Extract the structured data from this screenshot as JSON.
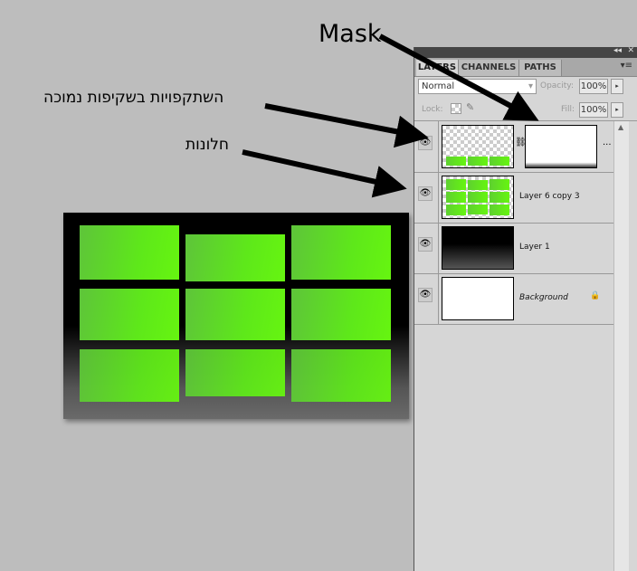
{
  "annotations": {
    "mask": "Mask",
    "transparency": "השתקפויות בשקיפות נמוכה",
    "windows": "חלונות"
  },
  "panel": {
    "tabs": [
      {
        "label": "LAYERS",
        "active": true
      },
      {
        "label": "CHANNELS"
      },
      {
        "label": "PATHS"
      }
    ],
    "blend_mode": "Normal",
    "opacity_label": "Opacity:",
    "opacity": "100%",
    "lock_label": "Lock:",
    "fill_label": "Fill:",
    "fill": "100%",
    "layers": [
      {
        "name": "...",
        "has_mask": true
      },
      {
        "name": "Layer 6 copy 3"
      },
      {
        "name": "Layer 1"
      },
      {
        "name": "Background",
        "locked": true
      }
    ]
  }
}
